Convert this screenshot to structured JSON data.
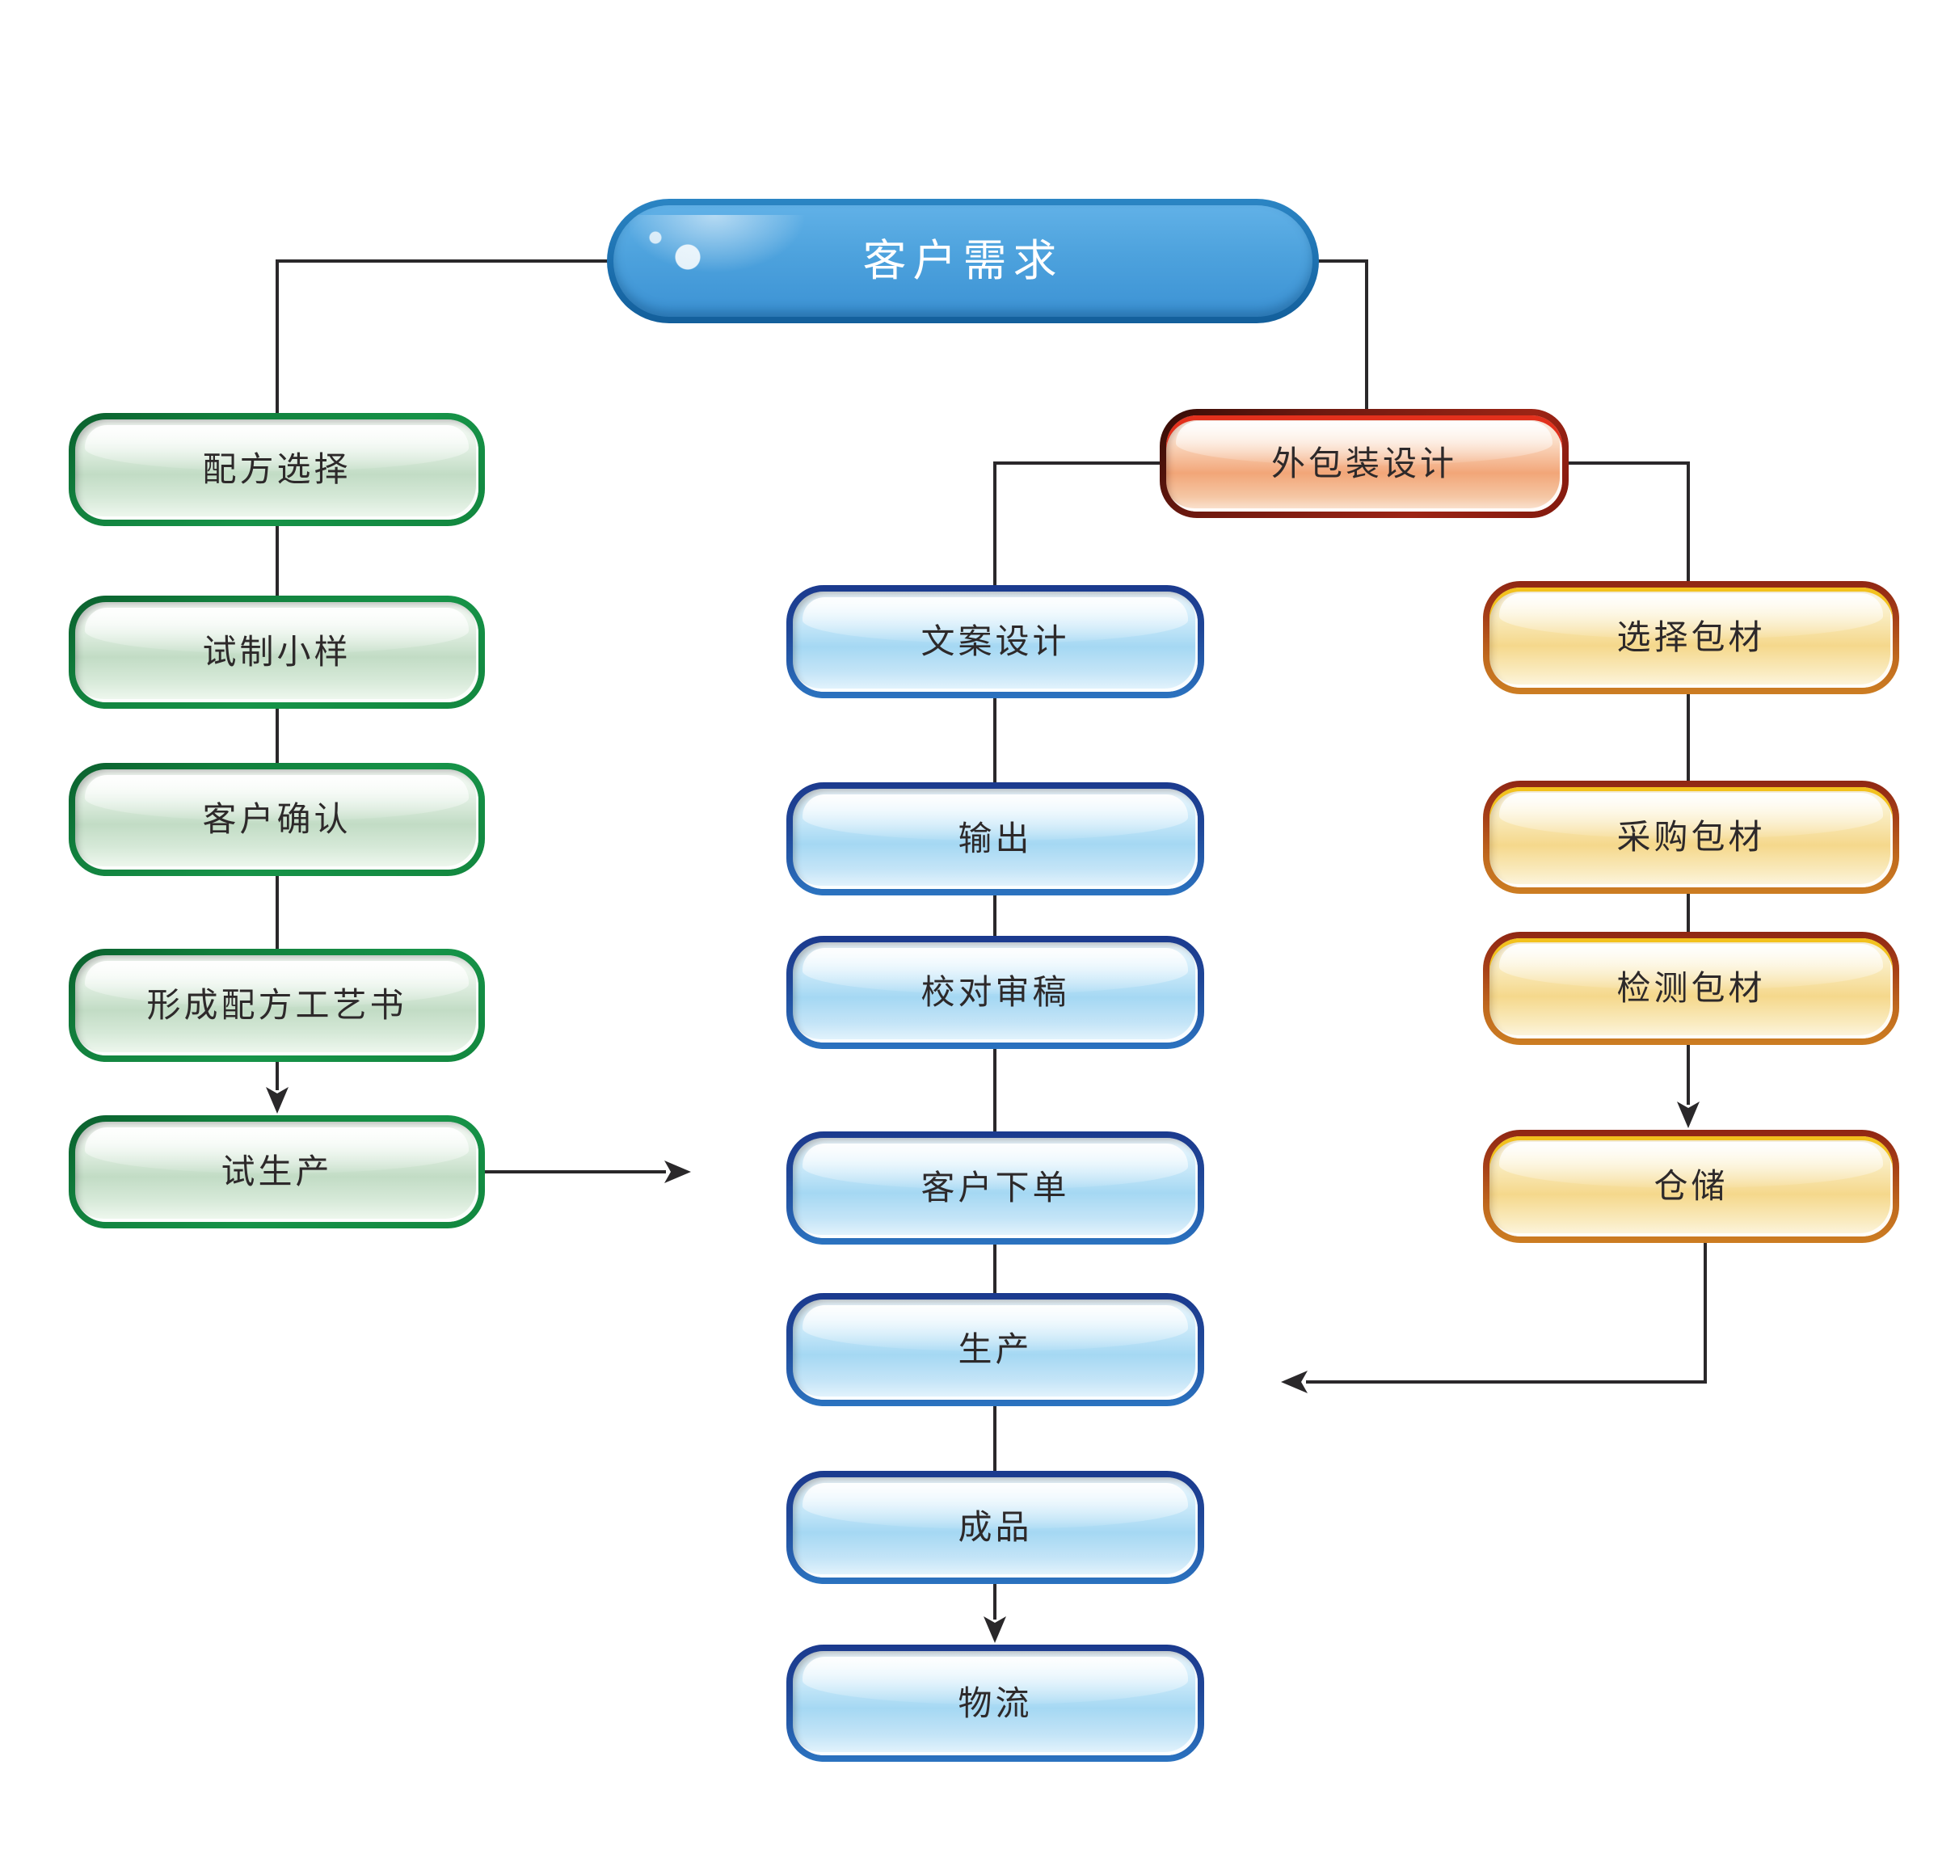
{
  "diagram": {
    "root": {
      "label": "客户需求"
    },
    "formula_branch": {
      "nodes": [
        {
          "label": "配方选择"
        },
        {
          "label": "试制小样"
        },
        {
          "label": "客户确认"
        },
        {
          "label": "形成配方工艺书"
        },
        {
          "label": "试生产"
        }
      ]
    },
    "packaging_design": {
      "label": "外包装设计"
    },
    "artwork_branch": {
      "nodes": [
        {
          "label": "文案设计"
        },
        {
          "label": "输出"
        },
        {
          "label": "校对审稿"
        },
        {
          "label": "客户下单"
        },
        {
          "label": "生产"
        },
        {
          "label": "成品"
        },
        {
          "label": "物流"
        }
      ]
    },
    "material_branch": {
      "nodes": [
        {
          "label": "选择包材"
        },
        {
          "label": "采购包材"
        },
        {
          "label": "检测包材"
        },
        {
          "label": "仓储"
        }
      ]
    },
    "colors": {
      "root_fill": "#4aa0dc",
      "root_border": "#1c6fae",
      "formula_border": "#149247",
      "formula_fill": "#c2dcc5",
      "artwork_border": "#1f4697",
      "artwork_fill": "#a5d8f3",
      "material_border": "#c06a1e",
      "material_fill": "#f5d88c",
      "packaging_border": "#9c2415",
      "packaging_fill": "#f2a678",
      "connector": "#2a282a"
    }
  }
}
